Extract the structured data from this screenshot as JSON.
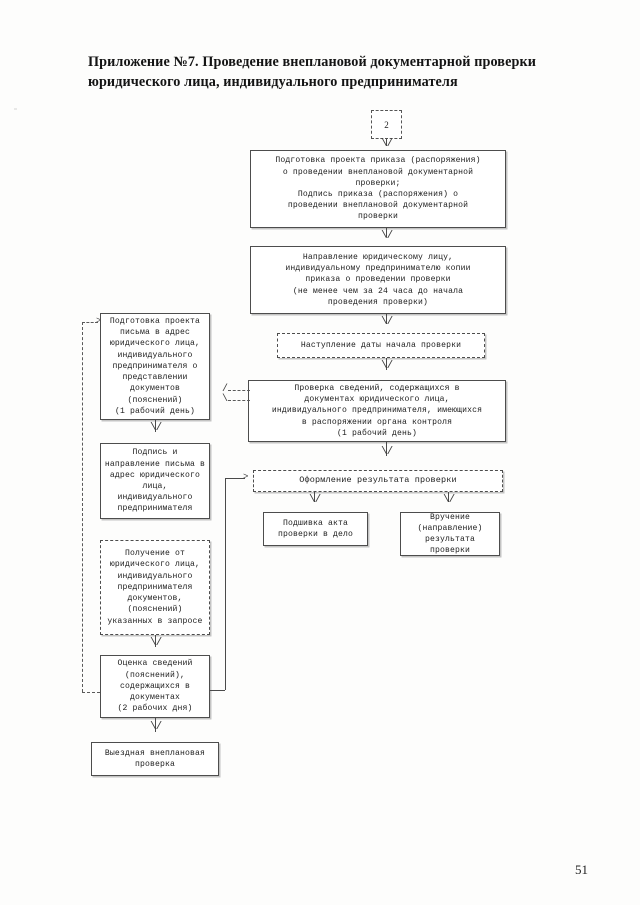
{
  "document": {
    "title_line1": "Приложение №7. Проведение внеплановой документарной проверки",
    "title_line2": "юридического лица, индивидуального предпринимателя",
    "page_number": "51"
  },
  "flowchart": {
    "type": "process-flow-diagram",
    "entry_node": {
      "label": "2"
    },
    "nodes": [
      {
        "id": "prikaz",
        "label": "Подготовка проекта приказа (распоряжения)\nо проведении внеплановой документарной\nпроверки;\nПодпись приказа (распоряжения) о\nпроведении внеплановой документарной\nпроверки",
        "style": "solid"
      },
      {
        "id": "napravlenie-kopii",
        "label": "Направление юридическому лицу,\nиндивидуальному предпринимателю копии\nприказа о проведении проверки\n(не менее чем за 24 часа до начала\nпроведения проверки)",
        "style": "solid"
      },
      {
        "id": "nastuplenie-daty",
        "label": "Наступление даты начала проверки",
        "style": "dashed"
      },
      {
        "id": "proverka-svedenij",
        "label": "Проверка сведений, содержащихся в\nдокументах юридического лица,\nиндивидуального предпринимателя, имеющихся\nв распоряжении органа контроля\n(1 рабочий день)",
        "style": "solid"
      },
      {
        "id": "oformlenie-rezultata",
        "label": "Оформление результата проверки",
        "style": "dashed"
      },
      {
        "id": "podshivka-akta",
        "label": "Подшивка акта\nпроверки в дело",
        "style": "solid"
      },
      {
        "id": "vruchenie",
        "label": "Вручение\n(направление)\nрезультата проверки",
        "style": "solid"
      },
      {
        "id": "podgotovka-pisma",
        "label": "Подготовка проекта\nписьма в адрес\nюридического лица,\nиндивидуального\nпредпринимателя о\nпредставлении\nдокументов\n(пояснений)\n(1 рабочий день)",
        "style": "solid"
      },
      {
        "id": "podpis-napravlenie-pisma",
        "label": "Подпись и\nнаправление письма в\nадрес юридического\nлица,\nиндивидуального\nпредпринимателя",
        "style": "solid"
      },
      {
        "id": "poluchenie-dokumentov",
        "label": "Получение от\nюридического лица,\nиндивидуального\nпредпринимателя\nдокументов,\n(пояснений)\nуказанных в запросе",
        "style": "dashed"
      },
      {
        "id": "ocenka-svedenij",
        "label": "Оценка сведений\n(пояснений),\nсодержащихся в\nдокументах\n(2 рабочих дня)",
        "style": "solid"
      },
      {
        "id": "vyezdnaya-proverka",
        "label": "Выездная внеплановая\nпроверка",
        "style": "solid"
      }
    ]
  }
}
